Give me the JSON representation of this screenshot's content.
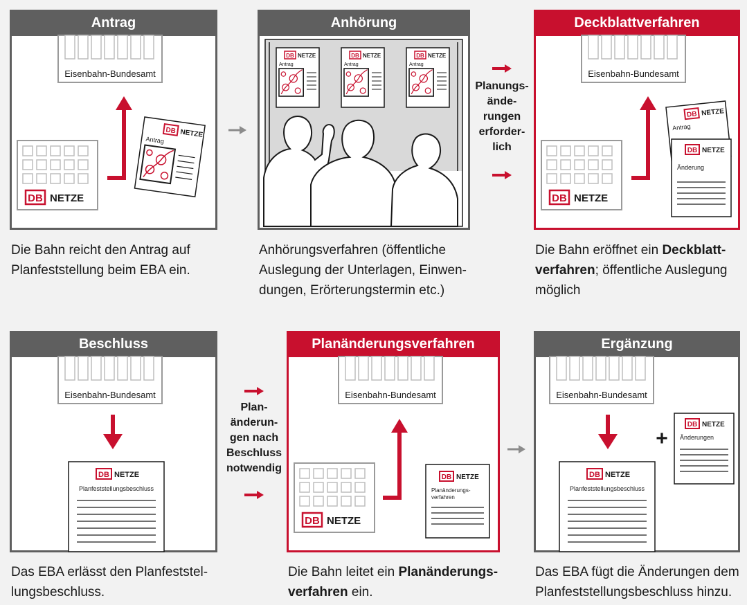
{
  "panels": {
    "antrag": {
      "title": "Antrag",
      "eba": "Eisenbahn-Bundesamt",
      "doc_label": "Antrag",
      "logo_db": "DB",
      "logo_netze": "NETZE"
    },
    "anhoerung": {
      "title": "Anhörung",
      "doc_label": "Antrag",
      "logo_db": "DB",
      "logo_netze": "NETZE"
    },
    "deckblatt": {
      "title": "Deckblattverfahren",
      "eba": "Eisenbahn-Bundesamt",
      "doc_label_back": "Antrag",
      "doc_label_front": "Änderung",
      "logo_db": "DB",
      "logo_netze": "NETZE"
    },
    "beschluss": {
      "title": "Beschluss",
      "eba": "Eisenbahn-Bundesamt",
      "doc_label": "Planfeststellungsbeschluss",
      "logo_db": "DB",
      "logo_netze": "NETZE"
    },
    "planaenderung": {
      "title": "Planänderungsverfahren",
      "eba": "Eisenbahn-Bundesamt",
      "doc_label_1": "Planänderungs-",
      "doc_label_2": "verfahren",
      "logo_db": "DB",
      "logo_netze": "NETZE"
    },
    "ergaenzung": {
      "title": "Ergänzung",
      "eba": "Eisenbahn-Bundesamt",
      "doc_label": "Planfeststellungsbeschluss",
      "doc_label_2": "Änderungen",
      "plus": "+",
      "logo_db": "DB",
      "logo_netze": "NETZE"
    }
  },
  "captions": {
    "antrag": [
      "Die Bahn reicht den Antrag auf",
      "Planfeststellung beim EBA ein."
    ],
    "anhoerung": [
      "Anhörungsverfahren (öffentliche",
      "Auslegung der Unterlagen, Einwen-",
      "dungen, Erörterungstermin etc.)"
    ],
    "deckblatt": {
      "l1_pre": "Die Bahn eröffnet ein ",
      "l1_bold": "Deckblatt-",
      "l2_bold": "verfahren",
      "l2_post": "; öffentliche Auslegung",
      "l3": "möglich"
    },
    "beschluss": [
      "Das EBA erlässt den Planfeststel-",
      "lungsbeschluss."
    ],
    "planaenderung": {
      "l1_pre": "Die Bahn leitet ein ",
      "l1_bold": "Planänderungs-",
      "l2_bold": "verfahren",
      "l2_post": " ein."
    },
    "ergaenzung": [
      "Das EBA fügt die Änderungen dem",
      "Planfeststellungsbeschluss hinzu."
    ]
  },
  "between": {
    "top": [
      "Planungs-",
      "ände-",
      "rungen",
      "erforder-",
      "lich"
    ],
    "bottom": [
      "Plan-",
      "änderun-",
      "gen nach",
      "Beschluss",
      "notwendig"
    ]
  },
  "colors": {
    "red": "#c8102e",
    "grey": "#5f5f5f",
    "arrow_grey": "#8c8c8c"
  }
}
